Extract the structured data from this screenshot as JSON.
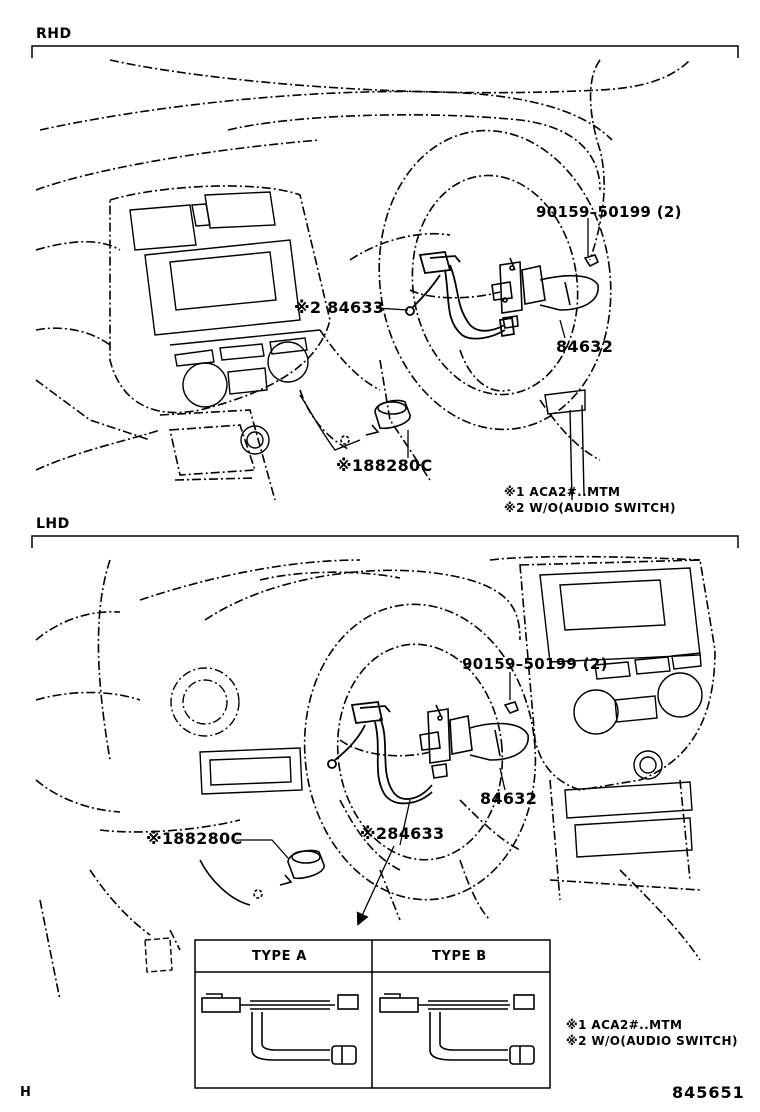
{
  "sections": {
    "rhd": {
      "label": "RHD",
      "parts": {
        "screw": "90159–50199 (2)",
        "harness": "※2 84633",
        "switch": "84632",
        "lamp": "※188280C"
      },
      "notes": [
        "※1 ACA2#..MTM",
        "※2 W/O(AUDIO SWITCH)"
      ]
    },
    "lhd": {
      "label": "LHD",
      "parts": {
        "screw": "90159–50199 (2)",
        "switch": "84632",
        "lamp": "※188280C",
        "harness": "※284633"
      },
      "types": [
        "TYPE A",
        "TYPE B"
      ],
      "notes": [
        "※1 ACA2#..MTM",
        "※2 W/O(AUDIO SWITCH)"
      ]
    }
  },
  "footer": {
    "left": "H",
    "right": "845651"
  }
}
